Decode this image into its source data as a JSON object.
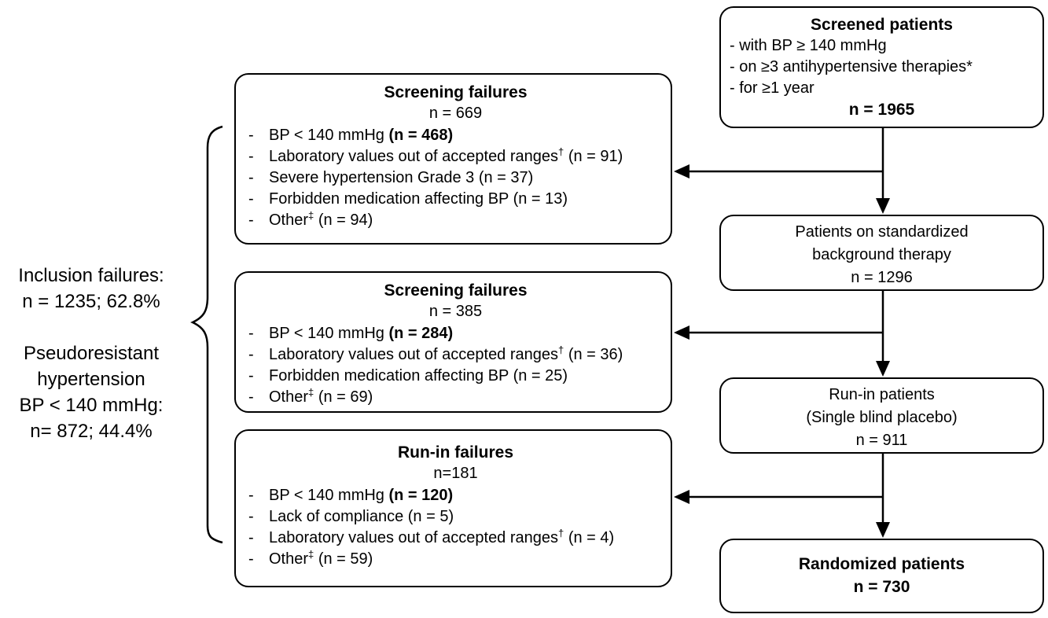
{
  "colors": {
    "ink": "#000000",
    "paper": "#ffffff"
  },
  "bullet_marker": "-",
  "left_note": {
    "lines_top": [
      "Inclusion failures:",
      "n = 1235; 62.8%"
    ],
    "lines_bottom": [
      "Pseudoresistant",
      "hypertension",
      "BP < 140 mmHg:",
      "n= 872; 44.4%"
    ]
  },
  "screened": {
    "title": "Screened patients",
    "criteria": [
      "- with BP ≥ 140 mmHg",
      "- on ≥3 antihypertensive therapies*",
      "- for ≥1 year"
    ],
    "count": "n = 1965"
  },
  "standardized": {
    "lines": [
      "Patients on standardized",
      "background therapy",
      "n = 1296"
    ]
  },
  "runin": {
    "lines": [
      "Run-in patients",
      "(Single blind placebo)",
      "n = 911"
    ]
  },
  "randomized": {
    "title": "Randomized patients",
    "count": "n = 730"
  },
  "fail_boxes": [
    {
      "title": "Screening failures",
      "count": "n = 669",
      "items": [
        {
          "pre": "BP < 140 mmHg ",
          "bold": "(n = 468)"
        },
        {
          "pre": "Laboratory values out of accepted ranges",
          "sup": "†",
          "post": " (n = 91)"
        },
        {
          "pre": "Severe hypertension Grade 3 (n = 37)"
        },
        {
          "pre": "Forbidden medication affecting BP (n = 13)"
        },
        {
          "pre": "Other",
          "sup": "‡",
          "post": " (n = 94)"
        }
      ]
    },
    {
      "title": "Screening failures",
      "count": "n = 385",
      "items": [
        {
          "pre": "BP < 140 mmHg ",
          "bold": "(n = 284)"
        },
        {
          "pre": "Laboratory values out of accepted ranges",
          "sup": "†",
          "post": " (n = 36)"
        },
        {
          "pre": "Forbidden medication affecting BP (n = 25)"
        },
        {
          "pre": "Other",
          "sup": "‡",
          "post": " (n = 69)"
        }
      ]
    },
    {
      "title": "Run-in failures",
      "count": "n=181",
      "items": [
        {
          "pre": "BP < 140 mmHg ",
          "bold": "(n = 120)"
        },
        {
          "pre": "Lack of compliance (n = 5)"
        },
        {
          "pre": "Laboratory values out of accepted ranges",
          "sup": "†",
          "post": " (n = 4)"
        },
        {
          "pre": "Other",
          "sup": "‡",
          "post": " (n = 59)"
        }
      ]
    }
  ]
}
